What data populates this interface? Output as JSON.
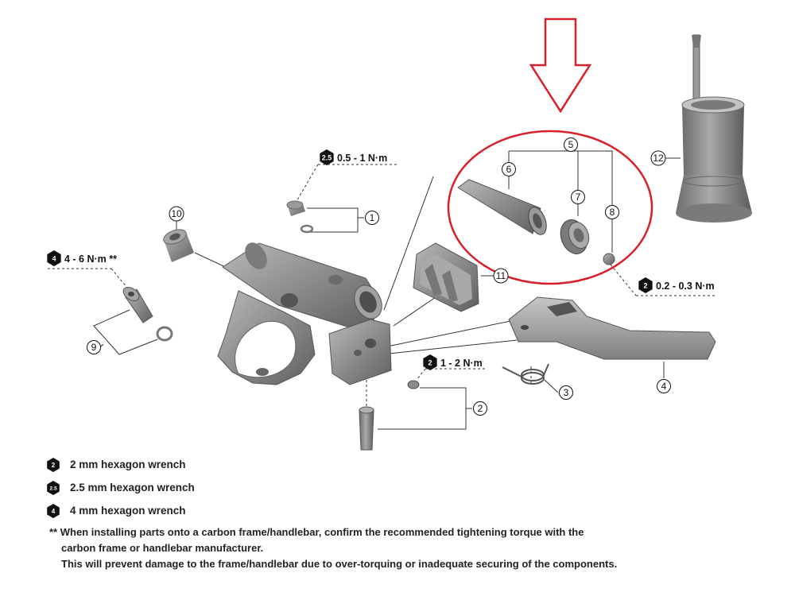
{
  "callouts": {
    "n1": "1",
    "n2": "2",
    "n3": "3",
    "n4": "4",
    "n5": "5",
    "n6": "6",
    "n7": "7",
    "n8": "8",
    "n9": "9",
    "n10": "10",
    "n11": "11",
    "n12": "12"
  },
  "torques": {
    "t25": {
      "tool": "2.5",
      "value": "0.5 - 1 N·m"
    },
    "t4": {
      "tool": "4",
      "value": "4 - 6 N·m **"
    },
    "t2a": {
      "tool": "2",
      "value": "1 - 2 N·m"
    },
    "t2b": {
      "tool": "2",
      "value": "0.2 - 0.3 N·m"
    }
  },
  "legend": [
    {
      "tool": "2",
      "text": "2 mm hexagon wrench"
    },
    {
      "tool": "2.5",
      "text": "2.5 mm hexagon wrench"
    },
    {
      "tool": "4",
      "text": "4 mm hexagon wrench"
    }
  ],
  "note": {
    "line1": "** When installing parts onto a carbon frame/handlebar, confirm the recommended tightening torque with the",
    "line2": "carbon frame or handlebar manufacturer.",
    "line3": "This will prevent damage to the frame/handlebar due to over-torquing or inadequate securing of the components."
  },
  "colors": {
    "highlight": "#d8202a",
    "part": "#8a8a8a",
    "part_dark": "#5e5e5e",
    "line": "#333333"
  }
}
